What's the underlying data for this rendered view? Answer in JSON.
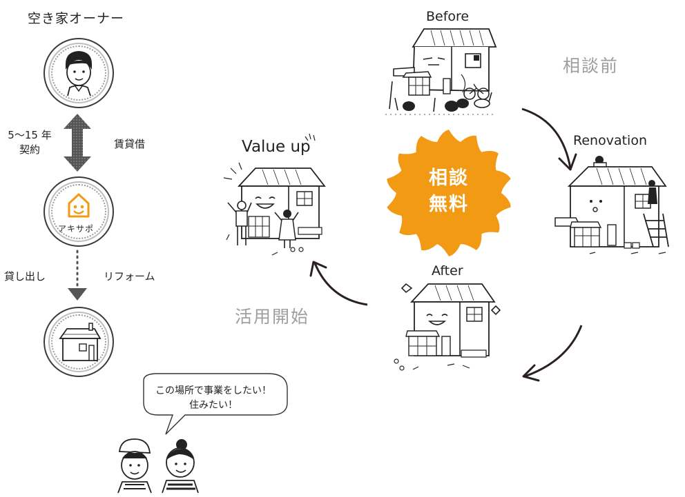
{
  "owner": {
    "title": "空き家オーナー",
    "contract_term": "5〜15 年",
    "contract_word": "契約",
    "lease_label": "賃貸借",
    "sublease_label": "貸し出し",
    "reform_label": "リフォーム",
    "brand_name": "アキサポ"
  },
  "cycle": {
    "before": "Before",
    "renovation": "Renovation",
    "after": "After",
    "value_up": "Value up",
    "phase_before": "相談前",
    "phase_start": "活用開始",
    "badge_line1": "相談",
    "badge_line2": "無料"
  },
  "speech": {
    "line1": "この場所で事業をしたい！",
    "line2": "住みたい！"
  },
  "colors": {
    "badge": "#f39a14",
    "phase_text": "#9e9e9e",
    "ink": "#222222"
  }
}
